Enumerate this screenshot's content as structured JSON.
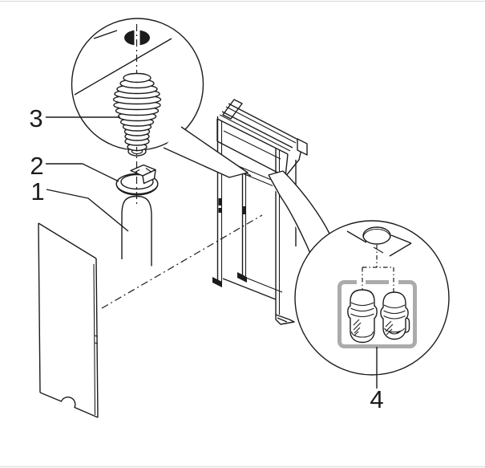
{
  "diagram": {
    "background": "#ffffff",
    "line_color": "#1c1c1c",
    "highlight_color": "#ababab",
    "page_rule_color": "#d8d8d8",
    "parts": [
      {
        "label": "1",
        "name": "exhaust-hose"
      },
      {
        "label": "2",
        "name": "hose-clamp"
      },
      {
        "label": "3",
        "name": "ribbed-hose-adapter"
      },
      {
        "label": "4",
        "name": "plug-pair"
      }
    ],
    "callouts": [
      {
        "name": "top-detail-adapter-hole"
      },
      {
        "name": "bottom-detail-plugs"
      }
    ]
  }
}
